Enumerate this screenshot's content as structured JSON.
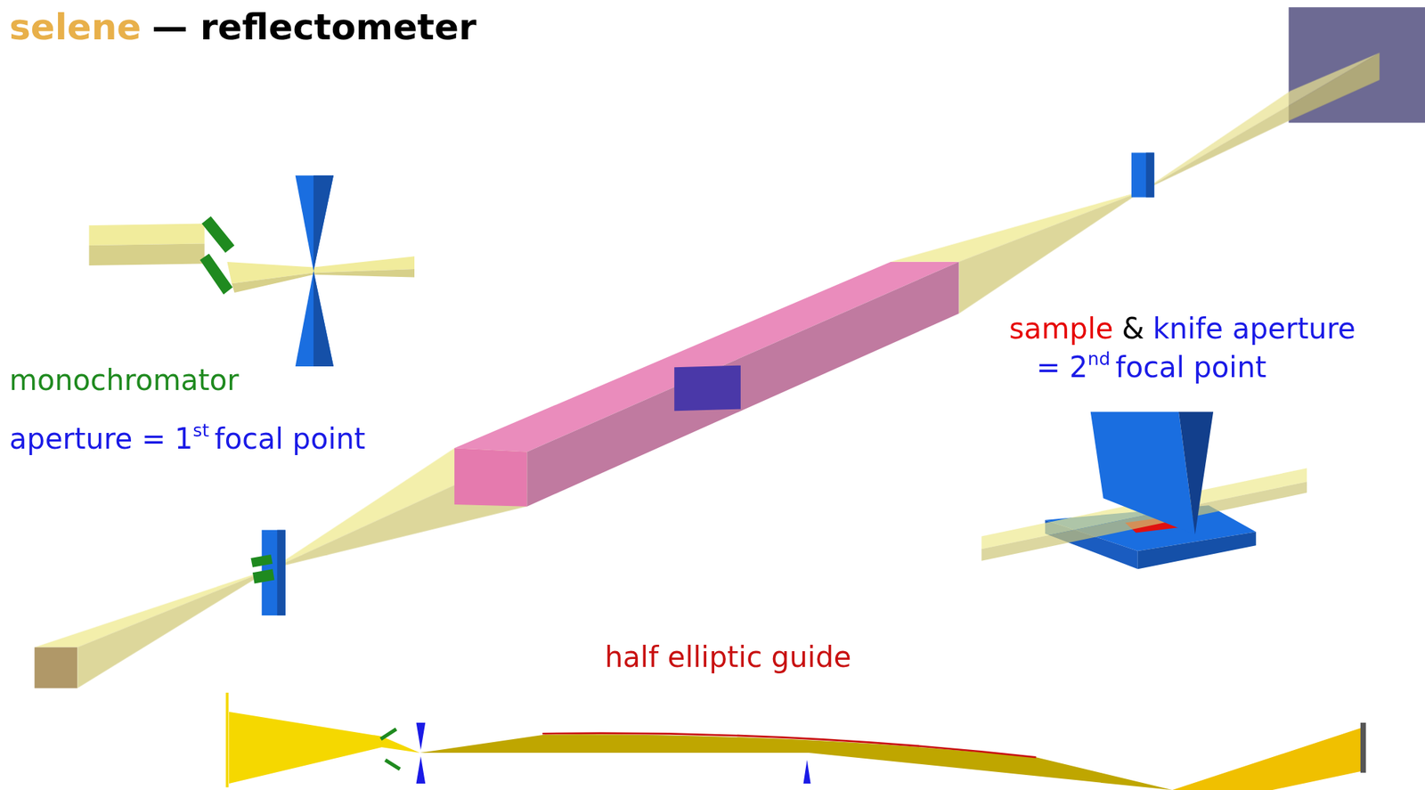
{
  "diagram": {
    "labels": [
      "selene",
      "— reflectometer",
      "monochromator",
      "aperture = 1",
      "st",
      "focal point",
      "sample",
      "&",
      "knife aperture",
      "= 2",
      "nd",
      "focal point",
      "half elliptic guide"
    ]
  }
}
